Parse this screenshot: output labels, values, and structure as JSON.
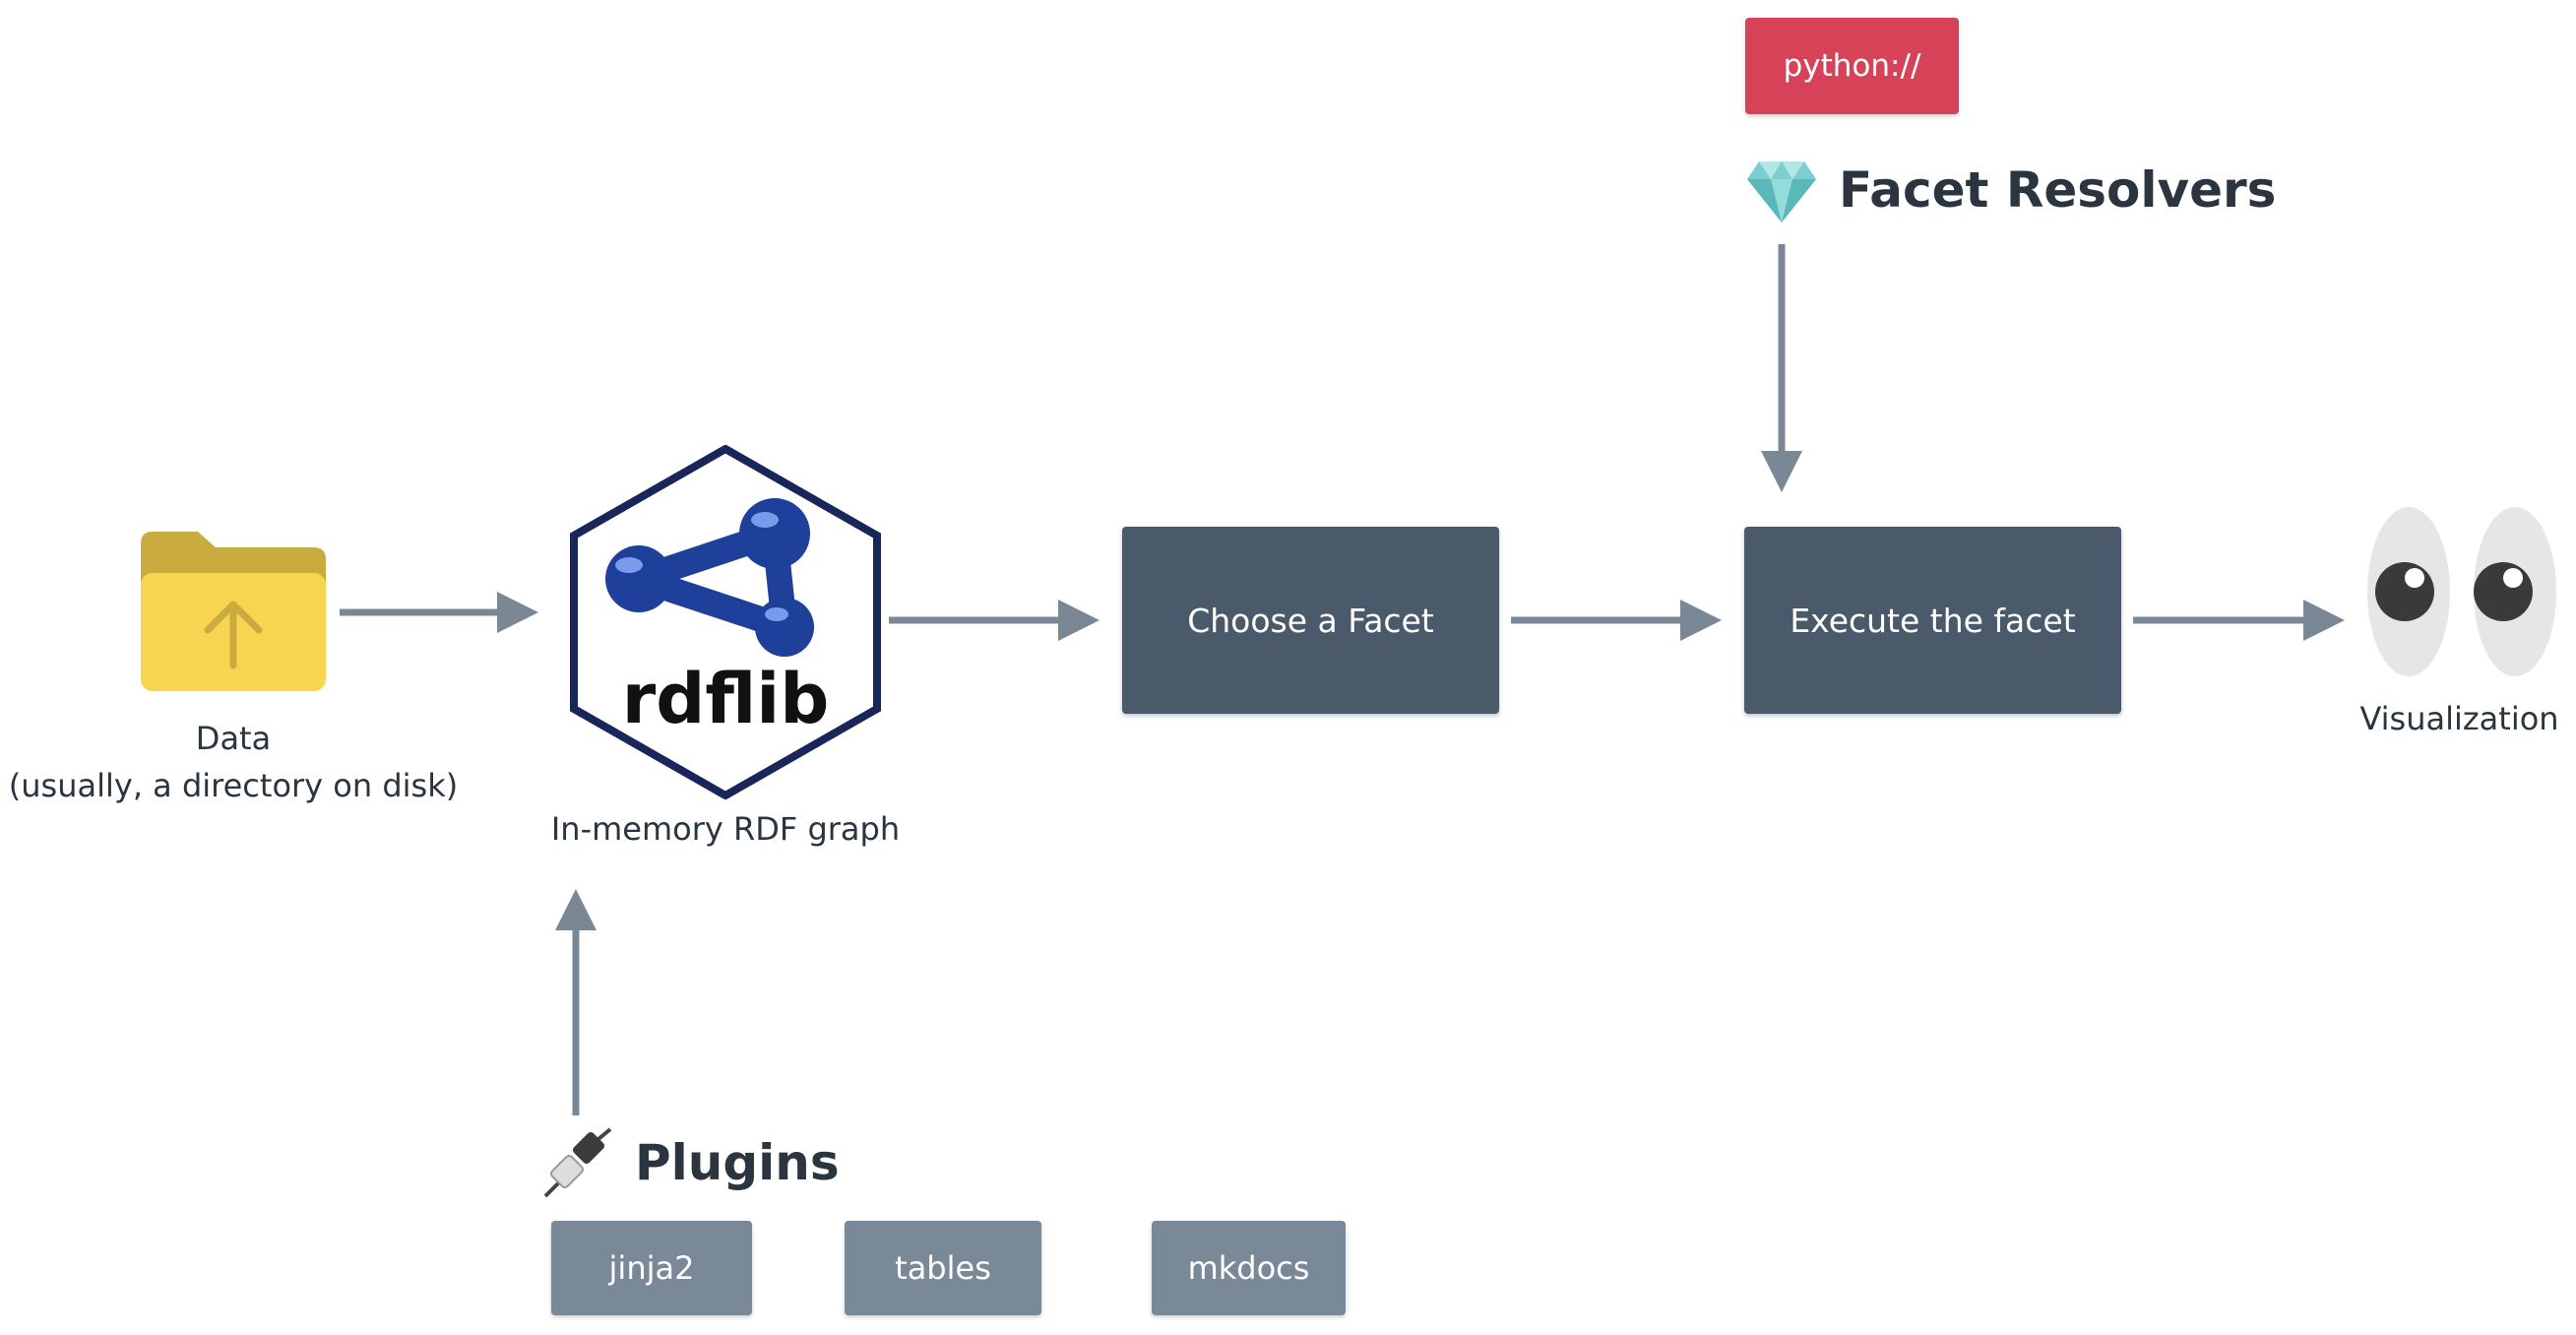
{
  "nodes": {
    "data_label_line1": "Data",
    "data_label_line2": "(usually, a directory on disk)",
    "rdflib_logo_text": "rdflib",
    "rdflib_label": "In-memory RDF graph",
    "choose_facet": "Choose a Facet",
    "execute_facet": "Execute the facet",
    "visualization_label": "Visualization"
  },
  "resolvers": {
    "heading": "Facet Resolvers",
    "chip": "python://",
    "icon": "gem-icon"
  },
  "plugins": {
    "heading": "Plugins",
    "icon": "plug-icon",
    "items": [
      "jinja2",
      "tables",
      "mkdocs"
    ]
  },
  "colors": {
    "arrow": "#7a8794",
    "box": "#4b5a6a",
    "chip_red": "#d64359",
    "chip_gray": "#7a8997",
    "folder": "#f8d551",
    "rdflib_blue": "#1e3f9a"
  }
}
